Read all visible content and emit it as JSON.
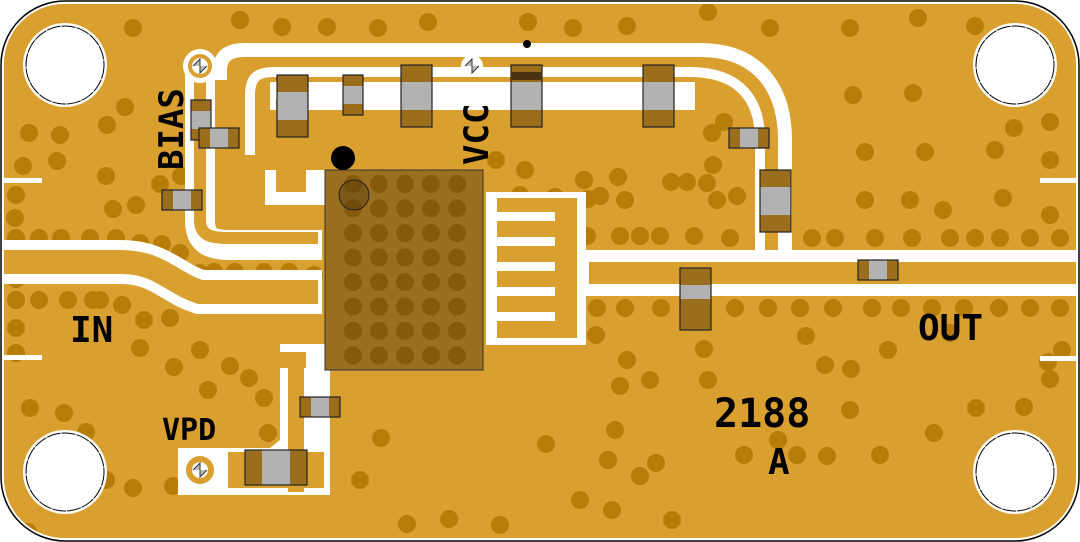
{
  "board": {
    "part_number": "2188",
    "revision": "A",
    "colors": {
      "copper": "#D9A030",
      "via": "#B87D08",
      "gap": "#FFFFFF",
      "outline": "#000000",
      "chip": "#9A7020",
      "chip_via": "#855A0C",
      "component_pad": "#9B6E1E",
      "component_body": "#B2B2B2",
      "text": "#000000"
    }
  },
  "labels": {
    "bias": "BIAS",
    "vcc": "VCC",
    "input": "IN",
    "output": "OUT",
    "vpd": "VPD"
  },
  "ports": [
    {
      "name": "RF input",
      "label_key": "input"
    },
    {
      "name": "RF output",
      "label_key": "output"
    },
    {
      "name": "Bias test point",
      "label_key": "bias"
    },
    {
      "name": "Supply test point",
      "label_key": "vcc"
    },
    {
      "name": "Power-down test point",
      "label_key": "vpd"
    }
  ],
  "ic": {
    "thermal_via_grid": {
      "columns": 5,
      "rows": 8
    },
    "pin1_marker": true
  },
  "mounting_holes": 4
}
